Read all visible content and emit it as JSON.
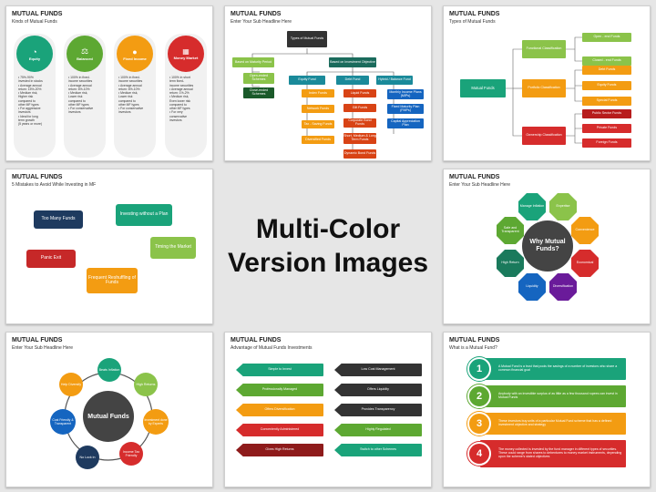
{
  "headline": "Multi-Color\nVersion Images",
  "slides": [
    {
      "title": "MUTUAL FUNDS",
      "subtitle": "Kinds of Mutual Funds",
      "columns": [
        {
          "label": "Equity",
          "color": "#1aa37a",
          "text": "• 75%-90%\ninvested in stocks\n• Average annual\nreturn: 15%-20%\n• Medium risk,\nHigher risk\ncompared to\nother MF types\n• For aggressive\ninvestors\n• Ideal for long\nterm growth\n(5 years or more)"
        },
        {
          "label": "Balanced",
          "color": "#5da832",
          "text": "• 100% in fixed-\nincome securities\n• Average annual\nreturn: 6%-10%\n• Medium risk,\nLower risk\ncompared to\nother MF types\n• For conservative\ninvestors"
        },
        {
          "label": "Fixed Income",
          "color": "#f39c12",
          "text": "• 100% in fixed-\nincome securities\n• Average annual\nreturn: 6%-10%\n• Medium risk,\nLower risk\ncompared to\nother MF types\n• For conservative\ninvestors"
        },
        {
          "label": "Money Market",
          "color": "#d62c2c",
          "text": "• 100% in short\nterm fixed-\nincome securities\n• Average annual\nreturn: 1%-2%\n• Medium risk,\nEven lower risk\ncompared to\nother MF types\n• For very\nconservative\ninvestors"
        }
      ]
    },
    {
      "title": "MUTUAL FUNDS",
      "subtitle": "Enter Your Sub Headline Here",
      "root": "Types of Mutual Funds",
      "level1": [
        "Based on Maturity Period",
        "Based on Investment Objective"
      ],
      "maturity": [
        "Open-ended Schemes",
        "Close-ended Schemes"
      ],
      "objective": [
        "Equity Fund",
        "Debt Fund",
        "Hybrid / Balance Fund"
      ],
      "equity_items": [
        "Index Funds",
        "Network Funds",
        "Tax - Saving Funds",
        "Diversified Funds"
      ],
      "debt_items": [
        "Liquid Funds",
        "Gilt Funds",
        "Corporate Bond Funds",
        "Short, Medium & Long Term Funds",
        "Dynamic Bond Funds"
      ],
      "hybrid_items": [
        "Monthly Income Plans (MIPs)",
        "Fixed Maturity Plan (FMPs)",
        "Capital Appreciation Plan"
      ]
    },
    {
      "title": "MUTUAL FUNDS",
      "subtitle": "Types of Mutual Funds",
      "root": "Mutual Funds",
      "classes": [
        {
          "label": "Functional Classification",
          "items": [
            "Open - end Funds",
            "Closed - end Funds"
          ]
        },
        {
          "label": "Portfolio Classification",
          "items": [
            "Debt Funds",
            "Equity Funds",
            "Special Funds"
          ]
        },
        {
          "label": "Ownership Classification",
          "items": [
            "Public Sector Funds",
            "Private Funds",
            "Foreign Funds"
          ]
        }
      ]
    },
    {
      "title": "MUTUAL FUNDS",
      "subtitle": "5 Mistakes to Avoid While Investing in MF",
      "bubbles": [
        "Too Many Funds",
        "Investing without a Plan",
        "Timing the Market",
        "Panic Exit",
        "Frequent Reshuffling of Funds"
      ]
    },
    {
      "title": "MUTUAL FUNDS",
      "subtitle": "Enter Your Sub Headline Here",
      "center": "Why Mutual Funds?",
      "octagons": [
        "Manage Inflation",
        "Expertise",
        "Convenience",
        "Economical",
        "Diversification",
        "Liquidity",
        "High Return",
        "Safe and Transparent"
      ]
    },
    {
      "title": "MUTUAL FUNDS",
      "subtitle": "Enter Your Sub Headline Here",
      "center": "Mutual Funds",
      "nodes": [
        "Beats Inflation",
        "High Returns",
        "Investment done by Experts",
        "Income Tax Friendly",
        "No Lock in",
        "Cost Friendly & Transparent",
        "Help Diversify"
      ]
    },
    {
      "title": "MUTUAL FUNDS",
      "subtitle": "Advantage of Mutual Funds Investments",
      "left": [
        "Simple to Invest",
        "Professionally Managed",
        "Offers Diversification",
        "Conveniently Administered",
        "Gives High Returns"
      ],
      "right": [
        "Low Cost Management",
        "Offers Liquidity",
        "Provides Transparency",
        "Highly Regulated",
        "Switch to other Schemes"
      ]
    },
    {
      "title": "MUTUAL FUNDS",
      "subtitle": "What is a Mutual Fund?",
      "steps": [
        {
          "num": "1",
          "text": "A Mutual Fund is a trust that pools the savings of a number of investors who share a common financial goal"
        },
        {
          "num": "2",
          "text": "Anybody with an investible surplus of as little as a few thousand rupees can invest in Mutual Funds"
        },
        {
          "num": "3",
          "text": "These investors buy units of a particular Mutual Fund scheme that has a defined investment objective and strategy"
        },
        {
          "num": "4",
          "text": "The money collected is invested by the fund manager in different types of securities. These could range from shares to debentures to money market instruments, depending upon the scheme's stated objectives"
        }
      ]
    }
  ]
}
